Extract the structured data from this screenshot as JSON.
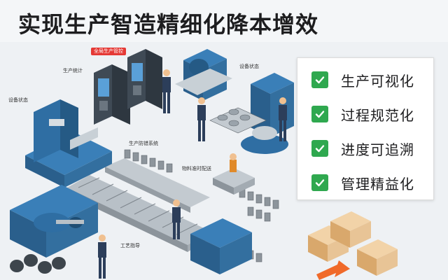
{
  "headline": "实现生产智造精细化降本增效",
  "callouts": {
    "full_factory": "全局生产管控",
    "production_stats": "生产统计",
    "equipment_status_left": "设备状态",
    "equipment_status_right": "设备状态",
    "production_defense": "生产防错系统",
    "material_delivery": "物料准时配送",
    "process_guidance": "工艺指导"
  },
  "features": [
    {
      "label": "生产可视化",
      "icon": "check-icon"
    },
    {
      "label": "过程规范化",
      "icon": "check-icon"
    },
    {
      "label": "进度可追溯",
      "icon": "check-icon"
    },
    {
      "label": "管理精益化",
      "icon": "check-icon"
    }
  ],
  "colors": {
    "check_green": "#2fa84f",
    "machine_blue": "#2f6ea3",
    "conveyor_gray": "#9aa3ab",
    "callout_red": "#e53935",
    "arrow_orange": "#f06a2a",
    "crate": "#e8c496"
  }
}
